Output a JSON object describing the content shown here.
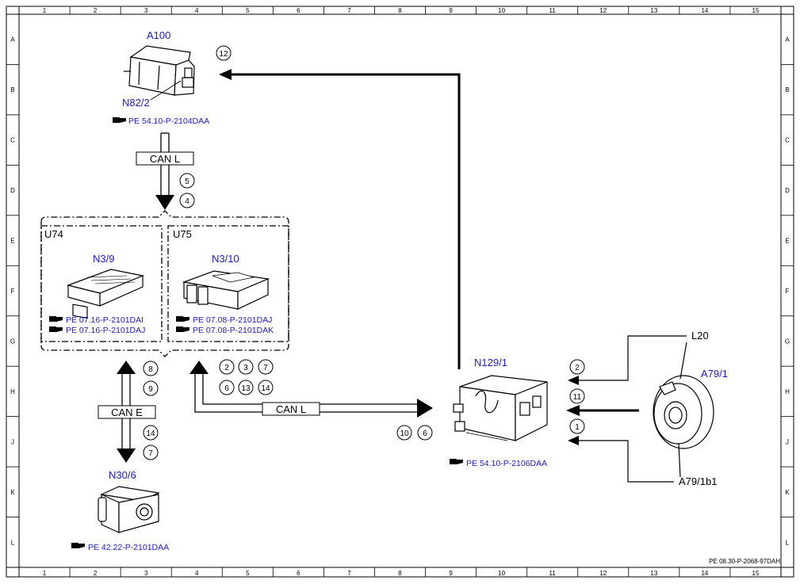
{
  "components": {
    "a100": "A100",
    "n82_2": "N82/2",
    "u74": "U74",
    "u75": "U75",
    "n3_9": "N3/9",
    "n3_10": "N3/10",
    "n30_6": "N30/6",
    "n129_1": "N129/1",
    "a79_1": "A79/1",
    "a79_1b1": "A79/1b1",
    "l20": "L20"
  },
  "bus_labels": {
    "can_l_top": "CAN L",
    "can_l_bottom": "CAN L",
    "can_e": "CAN E"
  },
  "references": {
    "a100": "PE 54.10-P-2104DAA",
    "n3_9_a": "PE 07.16-P-2101DAI",
    "n3_9_b": "PE 07.16-P-2101DAJ",
    "n3_10_a": "PE 07.08-P-2101DAJ",
    "n3_10_b": "PE 07.08-P-2101DAK",
    "n30_6": "PE 42.22-P-2101DAA",
    "n129_1": "PE 54.10-P-2106DAA"
  },
  "signals": {
    "s12": "12",
    "s5": "5",
    "s4": "4",
    "s8": "8",
    "s9": "9",
    "s14a": "14",
    "s7a": "7",
    "s2a": "2",
    "s3": "3",
    "s7b": "7",
    "s6a": "6",
    "s13": "13",
    "s14b": "14",
    "s10": "10",
    "s6b": "6",
    "s2b": "2",
    "s11": "11",
    "s1": "1"
  },
  "grid": {
    "columns": [
      "1",
      "2",
      "3",
      "4",
      "5",
      "6",
      "7",
      "8",
      "9",
      "10",
      "11",
      "12",
      "13",
      "14",
      "15"
    ],
    "rows": [
      "A",
      "B",
      "C",
      "D",
      "E",
      "F",
      "G",
      "H",
      "J",
      "K",
      "L"
    ]
  },
  "footer_code": "PE 08.30-P-2068-97DAH",
  "colors": {
    "label_blue": "#1a1ad6",
    "line": "#000000"
  }
}
